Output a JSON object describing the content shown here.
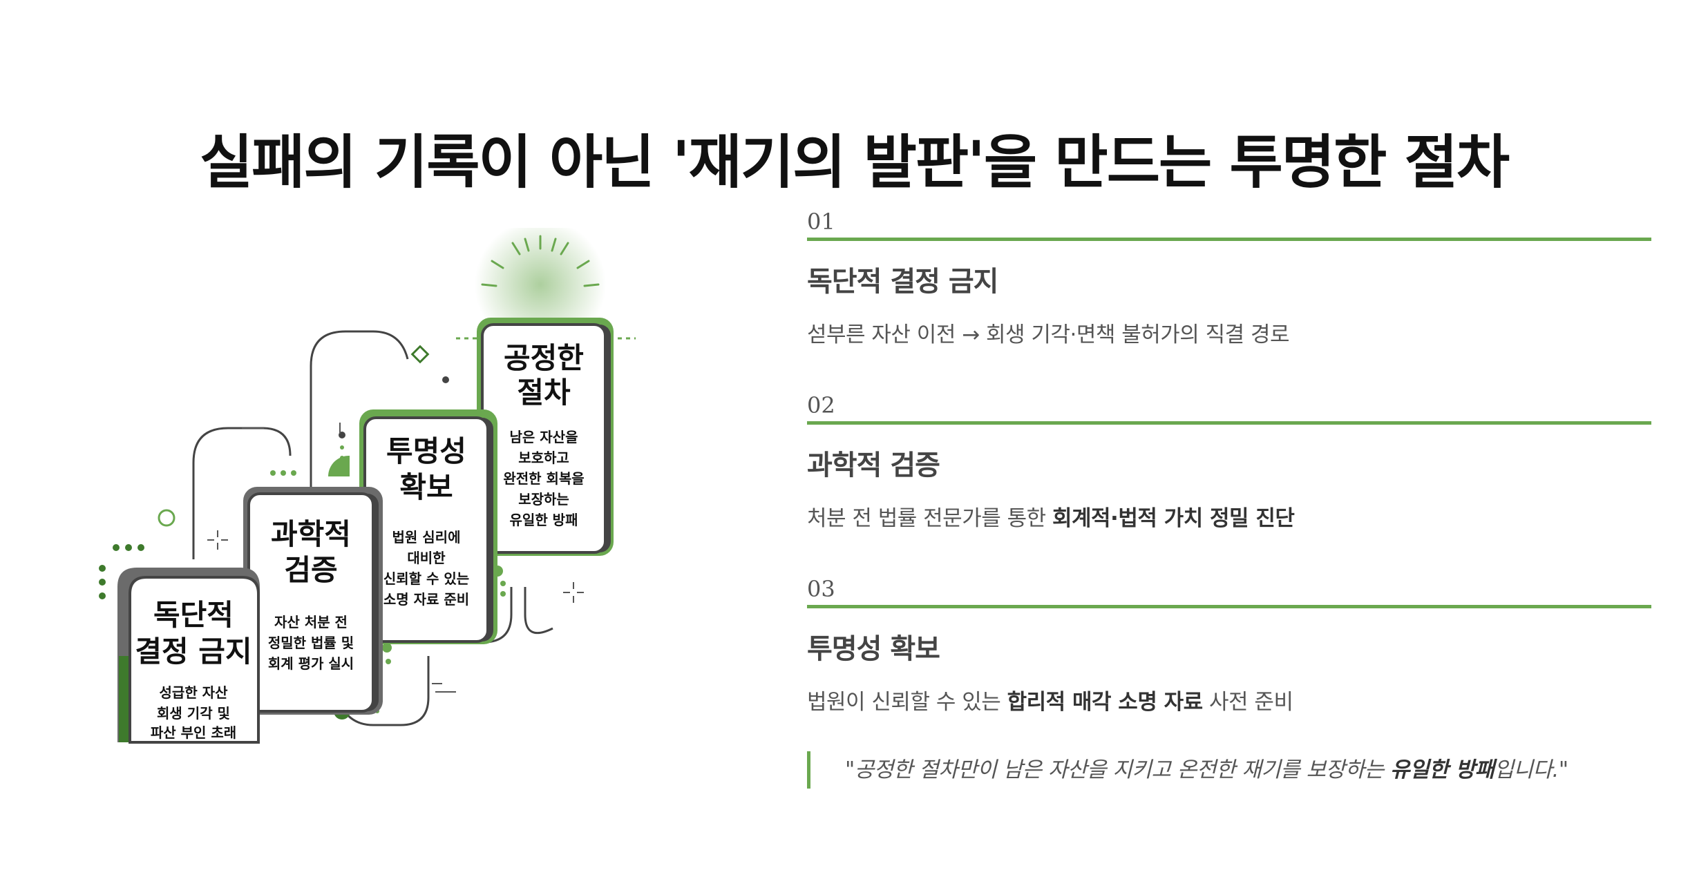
{
  "title": "실패의 기록이 아닌 '재기의 발판'을 만드는 투명한 절차",
  "illustration": {
    "cards": [
      {
        "title_lines": [
          "독단적",
          "결정 금지"
        ],
        "body_lines": [
          "성급한 자산",
          "회생 기각 및",
          "파산 부인 초래"
        ]
      },
      {
        "title_lines": [
          "과학적",
          "검증"
        ],
        "body_lines": [
          "자산 처분 전",
          "정밀한 법률 및",
          "회계 평가 실시"
        ]
      },
      {
        "title_lines": [
          "투명성",
          "확보"
        ],
        "body_lines": [
          "법원 심리에",
          "대비한",
          "신뢰할 수 있는",
          "소명 자료 준비"
        ]
      },
      {
        "title_lines": [
          "공정한",
          "절차"
        ],
        "body_lines": [
          "남은 자산을",
          "보호하고",
          "완전한 회복을",
          "보장하는",
          "유일한 방패"
        ]
      }
    ]
  },
  "steps": [
    {
      "number": "01",
      "title": "독단적 결정 금지",
      "desc_plain_before": "섣부른 자산 이전 → 회생 기각·면책 불허가의 직결 경로",
      "desc_strong": "",
      "desc_plain_after": ""
    },
    {
      "number": "02",
      "title": "과학적 검증",
      "desc_plain_before": "처분 전 법률 전문가를 통한 ",
      "desc_strong": "회계적·법적 가치 정밀 진단",
      "desc_plain_after": ""
    },
    {
      "number": "03",
      "title": "투명성 확보",
      "desc_plain_before": "법원이 신뢰할 수 있는 ",
      "desc_strong": "합리적 매각 소명 자료",
      "desc_plain_after": " 사전 준비"
    }
  ],
  "quote": {
    "before": "\"공정한 절차만이 남은 자산을 지키고 온전한 재기를 보장하는 ",
    "strong": "유일한 방패",
    "after": "입니다.\""
  },
  "colors": {
    "accent": "#6aa84f",
    "dark_gray": "#555555",
    "title": "#111111"
  }
}
